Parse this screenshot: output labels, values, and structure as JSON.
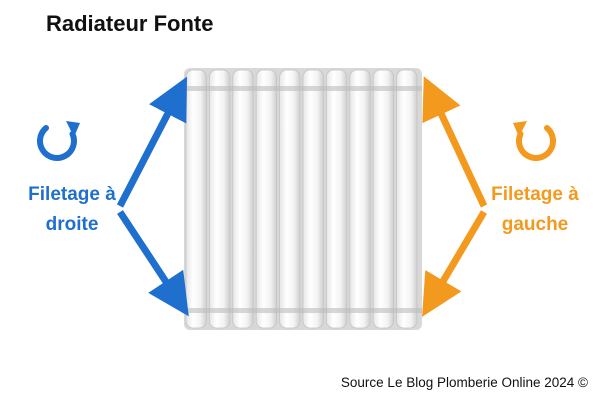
{
  "title": "Radiateur Fonte",
  "left": {
    "label_line1": "Filetage à",
    "label_line2": "droite",
    "color": "#1f6fcf",
    "icon": "rotate-clockwise-icon"
  },
  "right": {
    "label_line1": "Filetage à",
    "label_line2": "gauche",
    "color": "#f39a1e",
    "icon": "rotate-counterclockwise-icon"
  },
  "source": "Source Le Blog Plomberie Online 2024 ©"
}
